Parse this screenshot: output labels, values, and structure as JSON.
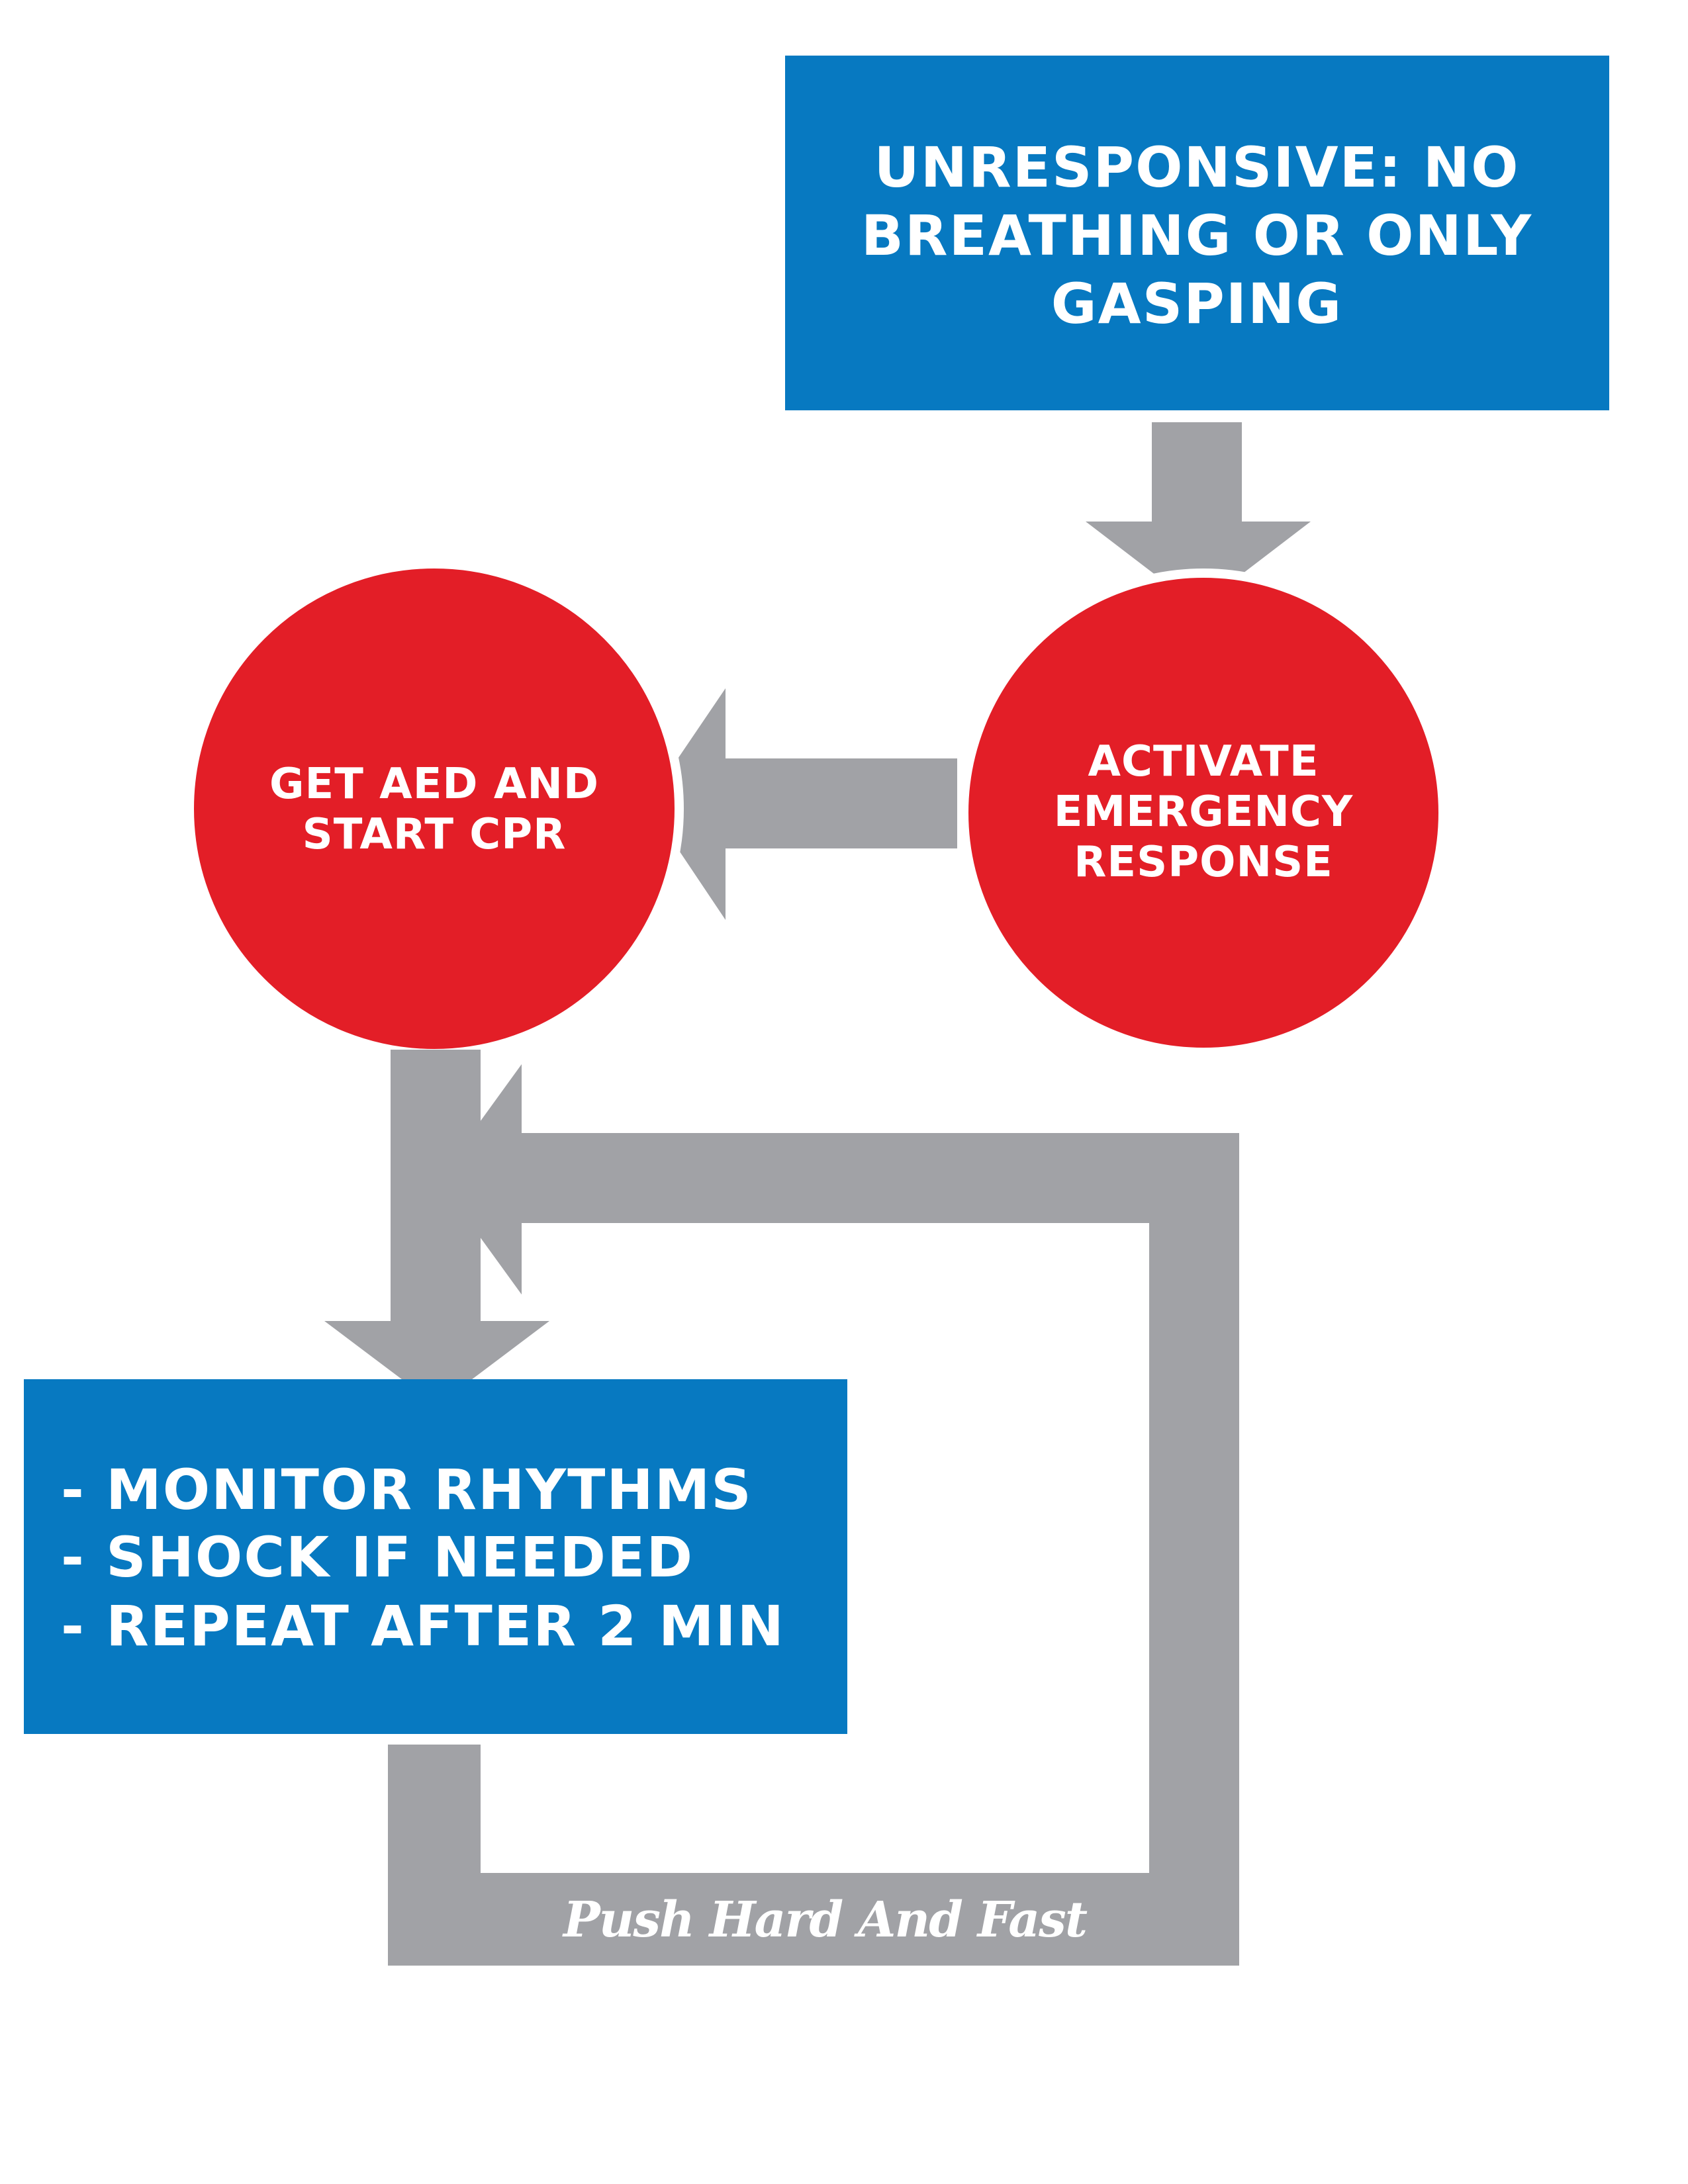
{
  "colors": {
    "box_blue": "#0779c1",
    "circle_red": "#e31e27",
    "arrow_gray": "#a1a2a6",
    "text_white": "#ffffff"
  },
  "start_box": {
    "lines": [
      "UNRESPONSIVE: NO",
      "BREATHING OR ONLY",
      "GASPING"
    ]
  },
  "activate_circle": {
    "lines": [
      "ACTIVATE",
      "EMERGENCY",
      "RESPONSE"
    ]
  },
  "aed_circle": {
    "lines": [
      "GET AED AND",
      "START CPR"
    ]
  },
  "monitor_box": {
    "lines": [
      "- MONITOR RHYTHMS",
      "- SHOCK IF NEEDED",
      "- REPEAT AFTER 2 MIN"
    ]
  },
  "loop_label": "Push Hard And Fast"
}
